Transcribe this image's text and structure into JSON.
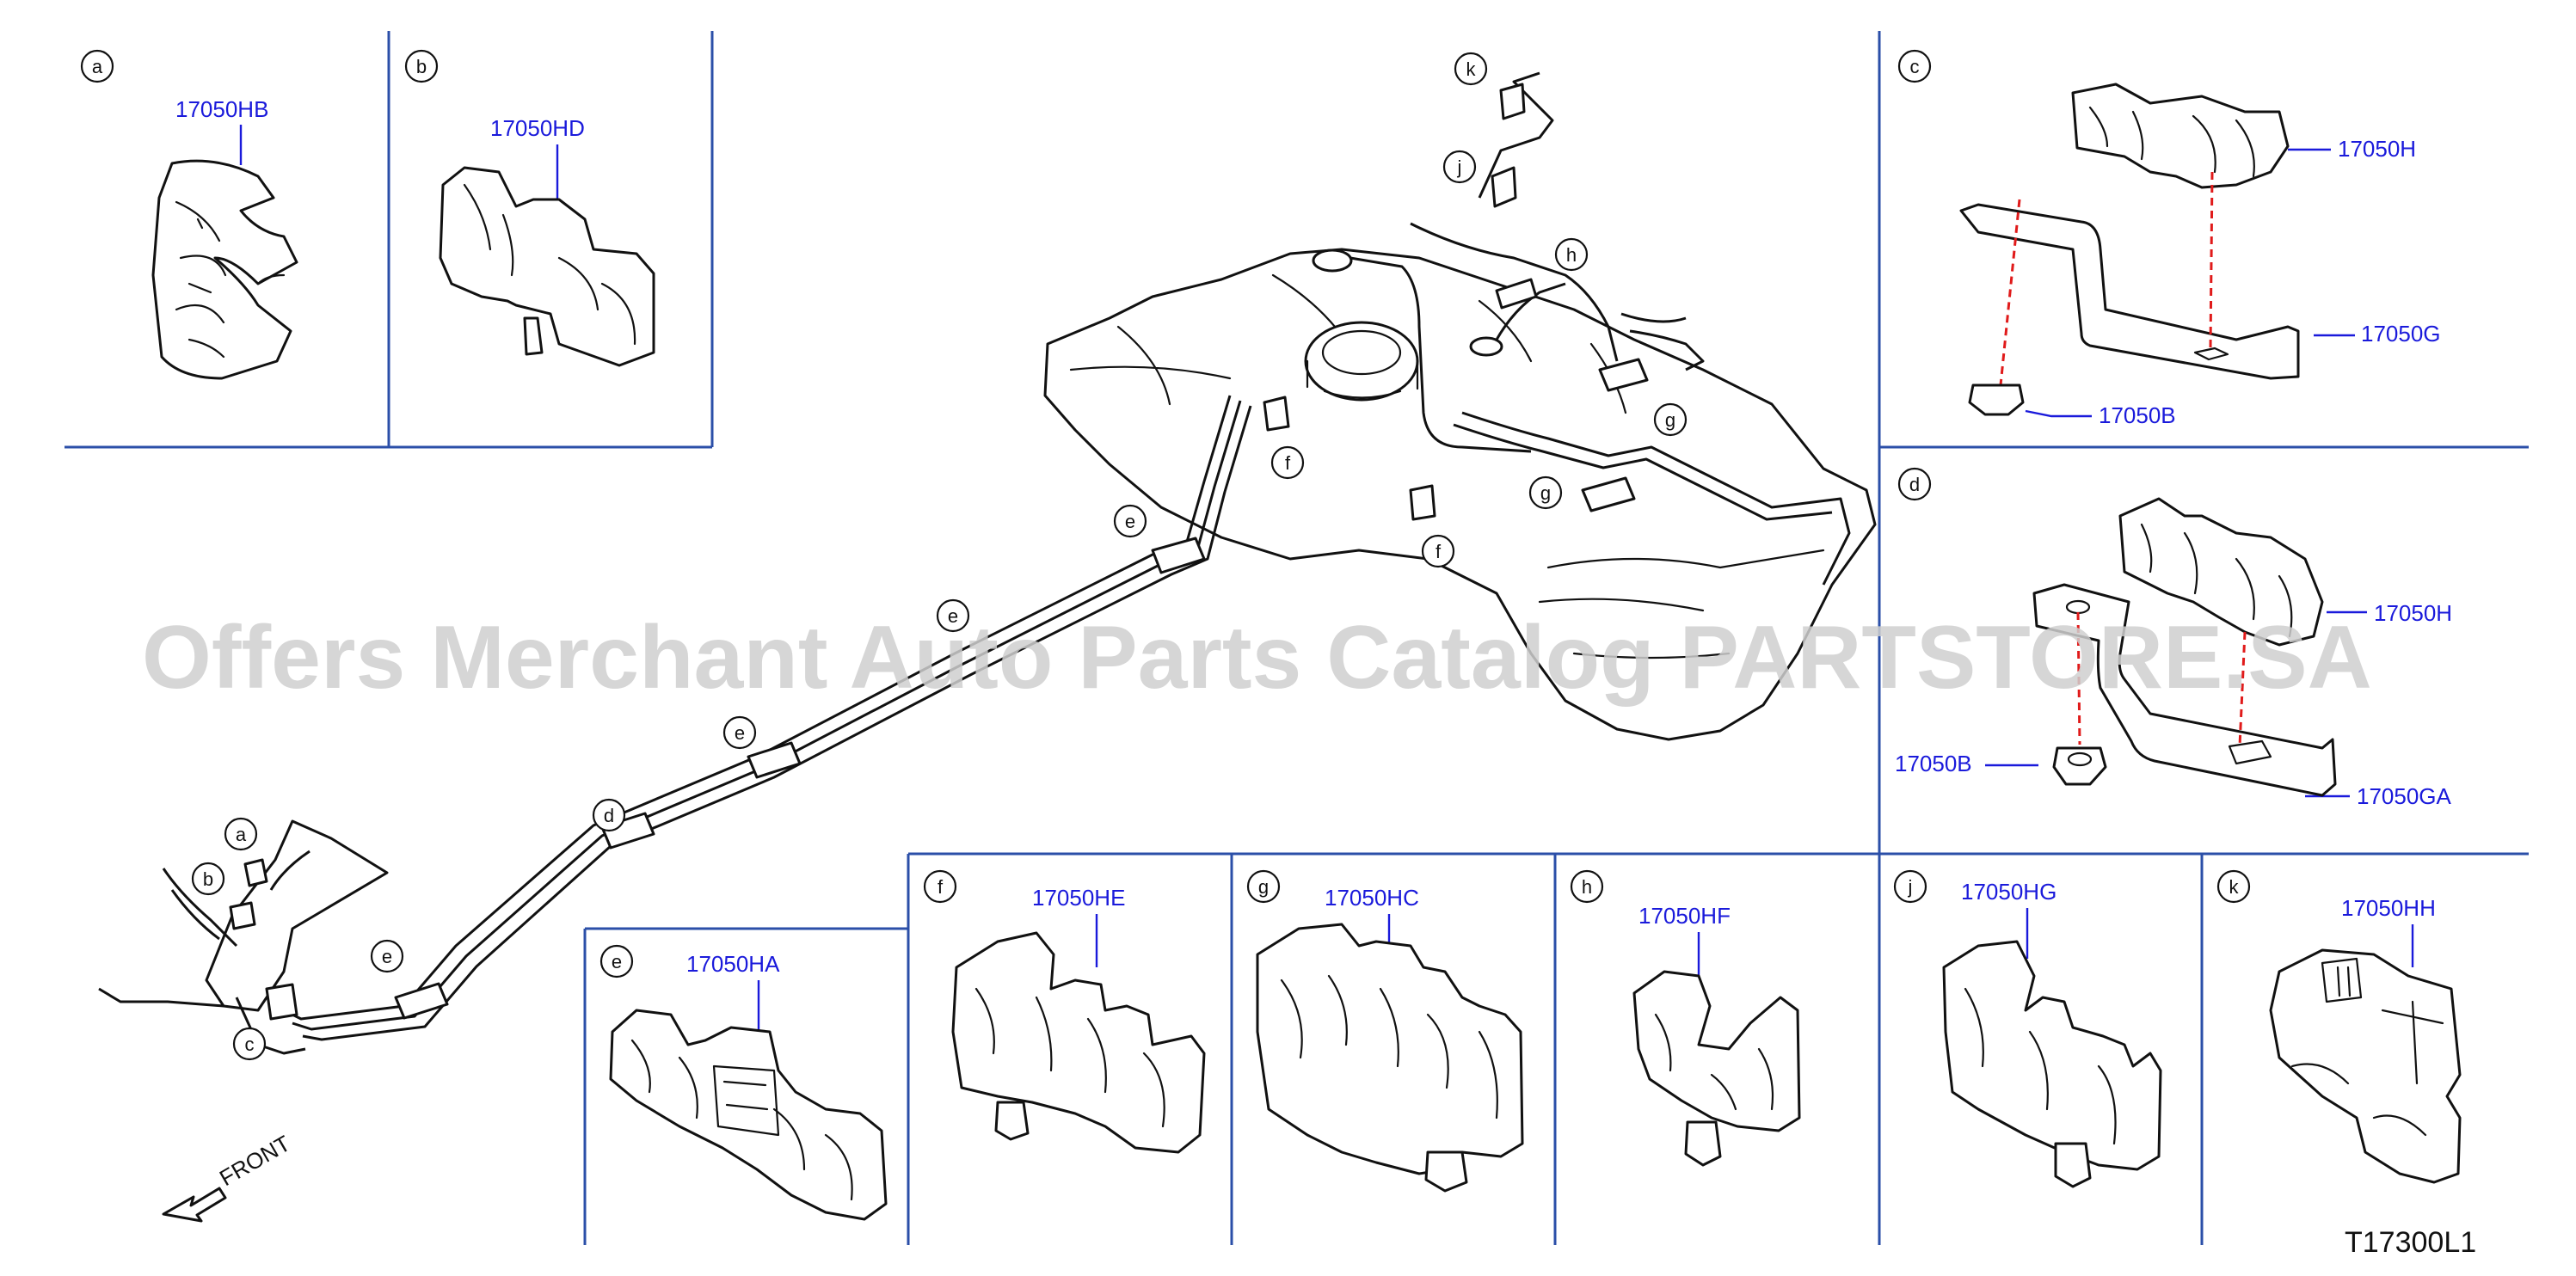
{
  "diagram_code": "T17300L1",
  "front_label": "FRONT",
  "watermark": "Offers Merchant Auto Parts Catalog PARTSTORE.SA",
  "panels": {
    "a": {
      "letter": "a",
      "parts": [
        "17050HB"
      ]
    },
    "b": {
      "letter": "b",
      "parts": [
        "17050HD"
      ]
    },
    "c": {
      "letter": "c",
      "parts": [
        "17050H",
        "17050G",
        "17050B"
      ]
    },
    "d": {
      "letter": "d",
      "parts": [
        "17050H",
        "17050B",
        "17050GA"
      ]
    },
    "e": {
      "letter": "e",
      "parts": [
        "17050HA"
      ]
    },
    "f": {
      "letter": "f",
      "parts": [
        "17050HE"
      ]
    },
    "g": {
      "letter": "g",
      "parts": [
        "17050HC"
      ]
    },
    "h": {
      "letter": "h",
      "parts": [
        "17050HF"
      ]
    },
    "j": {
      "letter": "j",
      "parts": [
        "17050HG"
      ]
    },
    "k": {
      "letter": "k",
      "parts": [
        "17050HH"
      ]
    }
  },
  "main_callouts": [
    "k",
    "j",
    "h",
    "g",
    "g",
    "f",
    "f",
    "e",
    "e",
    "e",
    "d",
    "e",
    "a",
    "b",
    "c"
  ]
}
